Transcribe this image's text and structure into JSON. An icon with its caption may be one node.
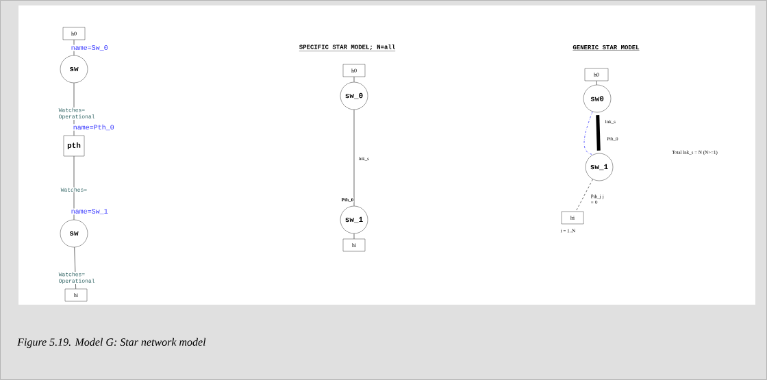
{
  "diagram": {
    "caption": "Figure 5.19. Model G: Star network model",
    "nodes": [
      {
        "text": [
          "h0"
        ]
      },
      {
        "text": [
          "sw"
        ],
        "beside": [
          "name=Sw_0"
        ]
      },
      {
        "text": [
          "pth"
        ],
        "beside": [
          "name=Pth_0"
        ]
      },
      {
        "text": [
          "sw"
        ],
        "beside": [
          "name=Sw_1"
        ]
      },
      {
        "text": [
          "hi"
        ]
      },
      {
        "text": [
          "h0"
        ]
      },
      {
        "text": [
          "sw_0"
        ]
      },
      {
        "text": [
          "sw_1"
        ],
        "beside": [
          "Pth_0"
        ]
      },
      {
        "text": [
          "hi"
        ]
      },
      {
        "text": [
          "h0"
        ]
      },
      {
        "text": [
          "sw0"
        ]
      },
      {
        "text": [
          "sw_1"
        ]
      },
      {
        "text": [
          "hi"
        ],
        "beside": [
          "i = 1..N"
        ]
      }
    ],
    "edges": [
      {
        "from": 0,
        "to": 1,
        "arrow": "none"
      },
      {
        "from": 1,
        "to": 2,
        "arrow": "none",
        "label": "Watches= Operational"
      },
      {
        "from": 2,
        "to": 3,
        "arrow": "none",
        "label": "Watches="
      },
      {
        "from": 3,
        "to": 4,
        "arrow": "none",
        "label": "Watches= Operational"
      },
      {
        "from": 5,
        "to": 6,
        "arrow": "none"
      },
      {
        "from": 6,
        "to": 7,
        "arrow": "none",
        "label": "lnk_s"
      },
      {
        "from": 7,
        "to": 8,
        "arrow": "none"
      },
      {
        "from": 9,
        "to": 10,
        "arrow": "none"
      },
      {
        "from": 10,
        "to": 11,
        "arrow": "none",
        "style": "thick",
        "label": "lnk_s"
      },
      {
        "from": 10,
        "to": 11,
        "arrow": "none",
        "style": "dashed",
        "color": "#0000ff"
      },
      {
        "from": 11,
        "to": 12,
        "arrow": "none",
        "style": "dashed",
        "label": "Pth_j j = 0"
      }
    ],
    "labels": [
      "SPECIFIC STAR MODEL; N=all",
      "GENERIC STAR MODEL",
      "Pth_0",
      "Total lnk_s = N (N>=1)"
    ]
  }
}
